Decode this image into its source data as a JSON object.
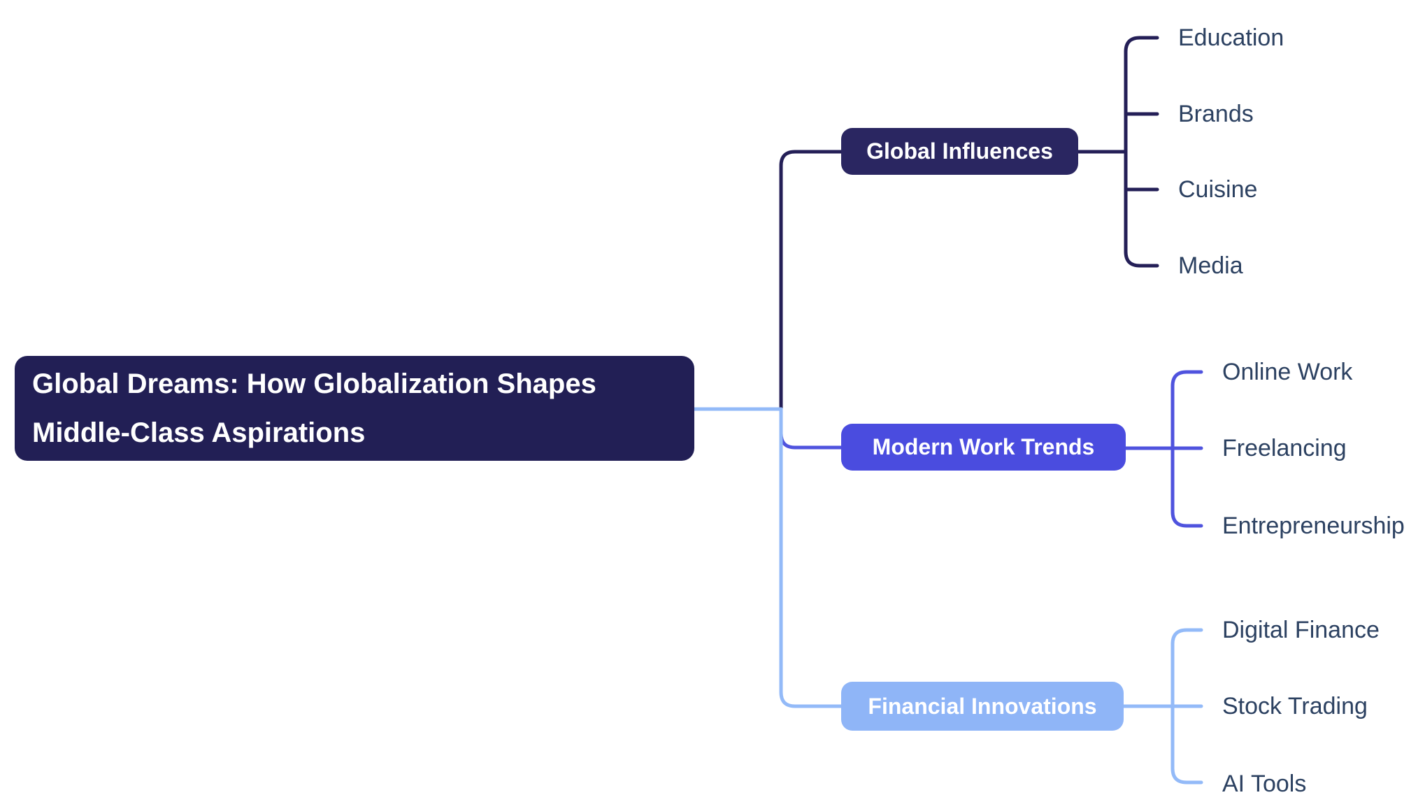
{
  "diagram": {
    "type": "mindmap",
    "root": {
      "label": "Global Dreams: How Globalization Shapes Middle-Class Aspirations"
    },
    "branches": [
      {
        "label": "Global Influences",
        "color": "#2a2661",
        "children": [
          "Education",
          "Brands",
          "Cuisine",
          "Media"
        ]
      },
      {
        "label": "Modern Work Trends",
        "color": "#4a4cdf",
        "children": [
          "Online Work",
          "Freelancing",
          "Entrepreneurship"
        ]
      },
      {
        "label": "Financial Innovations",
        "color": "#8fb5f7",
        "children": [
          "Digital Finance",
          "Stock Trading",
          "AI Tools"
        ]
      }
    ]
  },
  "colors": {
    "canvas_bg": "#ffffff",
    "root_bg": "#221f55",
    "branch1_bg": "#2a2661",
    "branch2_bg": "#4a4cdf",
    "branch3_bg": "#8fb5f7",
    "line1": "#241f57",
    "line2": "#4f53de",
    "line3": "#93baf8",
    "node_text": "#ffffff",
    "child_text": "#2c4161"
  }
}
